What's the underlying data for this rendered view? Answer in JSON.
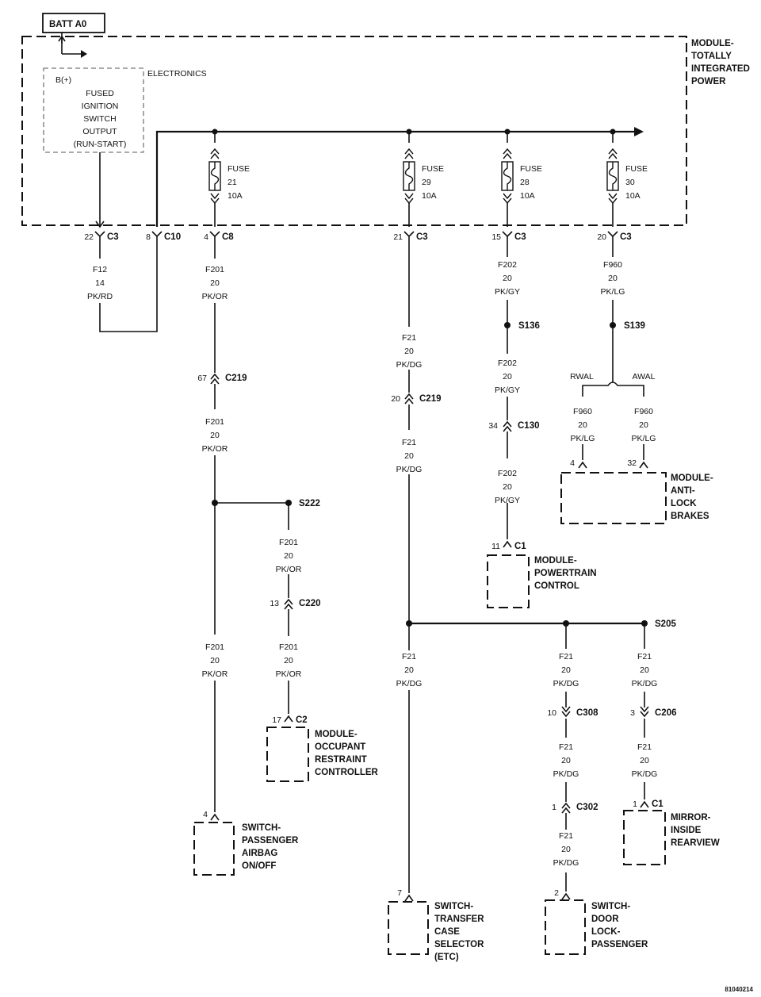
{
  "batt": "BATT A0",
  "tipm": {
    "name": [
      "MODULE-",
      "TOTALLY",
      "INTEGRATED",
      "POWER"
    ],
    "electronics": "ELECTRONICS",
    "bplus": "B(+)",
    "fused_output": [
      "FUSED",
      "IGNITION",
      "SWITCH",
      "OUTPUT",
      "(RUN-START)"
    ]
  },
  "fuses": [
    {
      "label": [
        "FUSE",
        "21",
        "10A"
      ]
    },
    {
      "label": [
        "FUSE",
        "29",
        "10A"
      ]
    },
    {
      "label": [
        "FUSE",
        "28",
        "10A"
      ]
    },
    {
      "label": [
        "FUSE",
        "30",
        "10A"
      ]
    }
  ],
  "connectors": {
    "c3a": {
      "pin": "22",
      "name": "C3"
    },
    "c10": {
      "pin": "8",
      "name": "C10"
    },
    "c8": {
      "pin": "4",
      "name": "C8"
    },
    "c3b": {
      "pin": "21",
      "name": "C3"
    },
    "c3c": {
      "pin": "15",
      "name": "C3"
    },
    "c3d": {
      "pin": "20",
      "name": "C3"
    },
    "c219a": {
      "pin": "67",
      "name": "C219"
    },
    "c219b": {
      "pin": "20",
      "name": "C219"
    },
    "c130": {
      "pin": "34",
      "name": "C130"
    },
    "c220": {
      "pin": "13",
      "name": "C220"
    },
    "c308": {
      "pin": "10",
      "name": "C308"
    },
    "c206": {
      "pin": "3",
      "name": "C206"
    },
    "c302": {
      "pin": "1",
      "name": "C302"
    }
  },
  "wires": {
    "f12": [
      "F12",
      "14",
      "PK/RD"
    ],
    "f201": [
      "F201",
      "20",
      "PK/OR"
    ],
    "f21": [
      "F21",
      "20",
      "PK/DG"
    ],
    "f202": [
      "F202",
      "20",
      "PK/GY"
    ],
    "f960": [
      "F960",
      "20",
      "PK/LG"
    ]
  },
  "splices": {
    "s136": "S136",
    "s139": "S139",
    "s222": "S222",
    "s205": "S205"
  },
  "abs_branch": {
    "rwal": "RWAL",
    "awal": "AWAL"
  },
  "modules": {
    "abs": {
      "pin": "4",
      "pin2": "32",
      "name": [
        "MODULE-",
        "ANTI-",
        "LOCK",
        "BRAKES"
      ]
    },
    "pcm": {
      "pin": "11",
      "conn": "C1",
      "name": [
        "MODULE-",
        "POWERTRAIN",
        "CONTROL"
      ]
    },
    "orc": {
      "pin": "17",
      "conn": "C2",
      "name": [
        "MODULE-",
        "OCCUPANT",
        "RESTRAINT",
        "CONTROLLER"
      ]
    },
    "airbag_switch": {
      "pin": "4",
      "name": [
        "SWITCH-",
        "PASSENGER",
        "AIRBAG",
        "ON/OFF"
      ]
    },
    "transfer_switch": {
      "pin": "7",
      "name": [
        "SWITCH-",
        "TRANSFER",
        "CASE",
        "SELECTOR",
        "(ETC)"
      ]
    },
    "door_lock_switch": {
      "pin": "2",
      "name": [
        "SWITCH-",
        "DOOR",
        "LOCK-",
        "PASSENGER"
      ]
    },
    "mirror": {
      "pin": "1",
      "conn": "C1",
      "name": [
        "MIRROR-",
        "INSIDE",
        "REARVIEW"
      ]
    }
  },
  "figure_id": "81040214"
}
